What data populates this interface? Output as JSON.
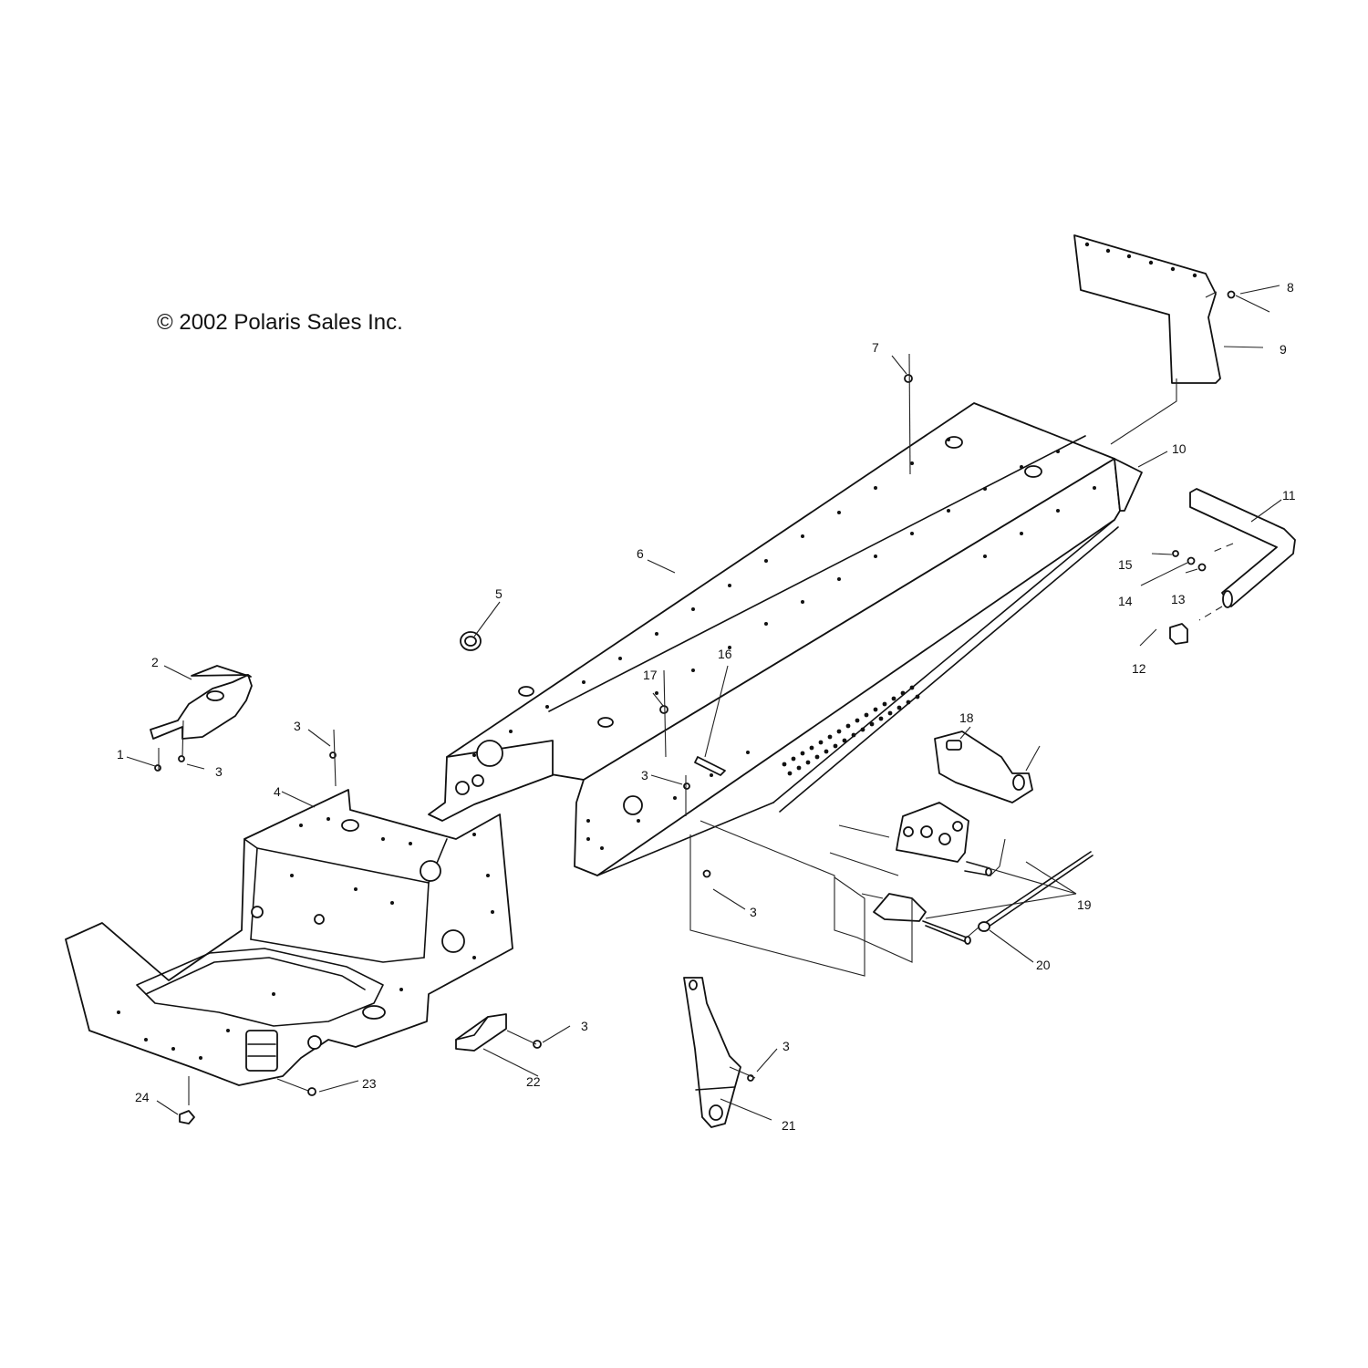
{
  "copyright": "© 2002 Polaris Sales Inc.",
  "callouts": {
    "c1": "1",
    "c2": "2",
    "c3a": "3",
    "c3b": "3",
    "c3c": "3",
    "c3d": "3",
    "c3e": "3",
    "c3f": "3",
    "c4": "4",
    "c5": "5",
    "c6": "6",
    "c7": "7",
    "c8": "8",
    "c9": "9",
    "c10": "10",
    "c11": "11",
    "c12": "12",
    "c13": "13",
    "c14": "14",
    "c15": "15",
    "c16": "16",
    "c17": "17",
    "c18": "18",
    "c19": "19",
    "c20": "20",
    "c21": "21",
    "c22": "22",
    "c23": "23",
    "c24": "24"
  }
}
